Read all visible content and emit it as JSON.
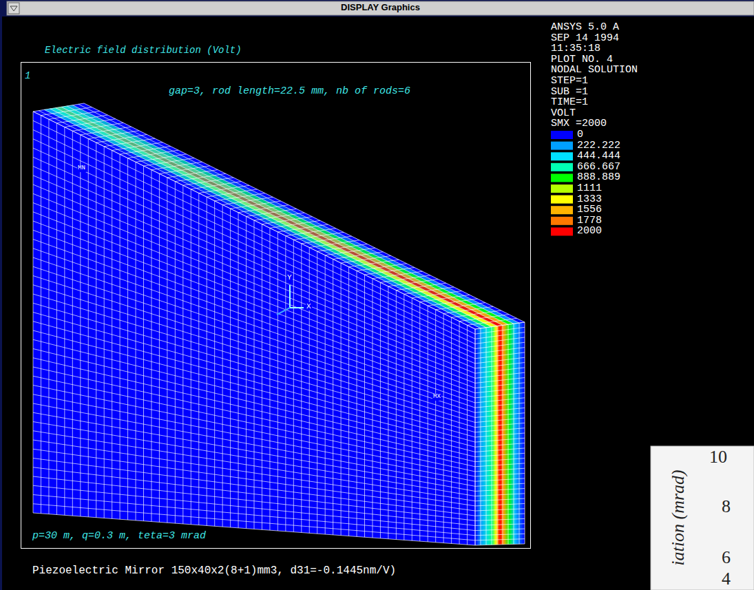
{
  "diagram": {
    "title": "DISPLAY Graphics",
    "caption": "Piezoelectric Mirror 150x40x2(8+1)mm3, d31=-0.1445nm/V)",
    "labels": [
      "Electric field distribution (Volt)",
      "1",
      "gap=3, rod length=22.5 mm, nb of rods=6",
      "ANSYS 5.0 A",
      "SEP 14 1994",
      "11:35:18",
      "PLOT NO.   4",
      "NODAL SOLUTION",
      "STEP=1",
      "SUB =1",
      "TIME=1",
      "VOLT",
      "SMX =2000",
      "p=30 m, q=0.3 m, teta=3 mrad",
      "Y",
      "X",
      "MN",
      "MX",
      "10",
      "8",
      "6",
      "4",
      "iation (mrad)"
    ],
    "legend": [
      {
        "text": "0",
        "color": "#0000ff"
      },
      {
        "text": "222.222",
        "color": "#00a0ff"
      },
      {
        "text": "444.444",
        "color": "#00e0ff"
      },
      {
        "text": "666.667",
        "color": "#00ffb4"
      },
      {
        "text": "888.889",
        "color": "#00ff00"
      },
      {
        "text": "1111",
        "color": "#b4ff00"
      },
      {
        "text": "1333",
        "color": "#ffff00"
      },
      {
        "text": "1556",
        "color": "#ffb400"
      },
      {
        "text": "1778",
        "color": "#ff7800"
      },
      {
        "text": "2000",
        "color": "#ff0000"
      }
    ]
  }
}
